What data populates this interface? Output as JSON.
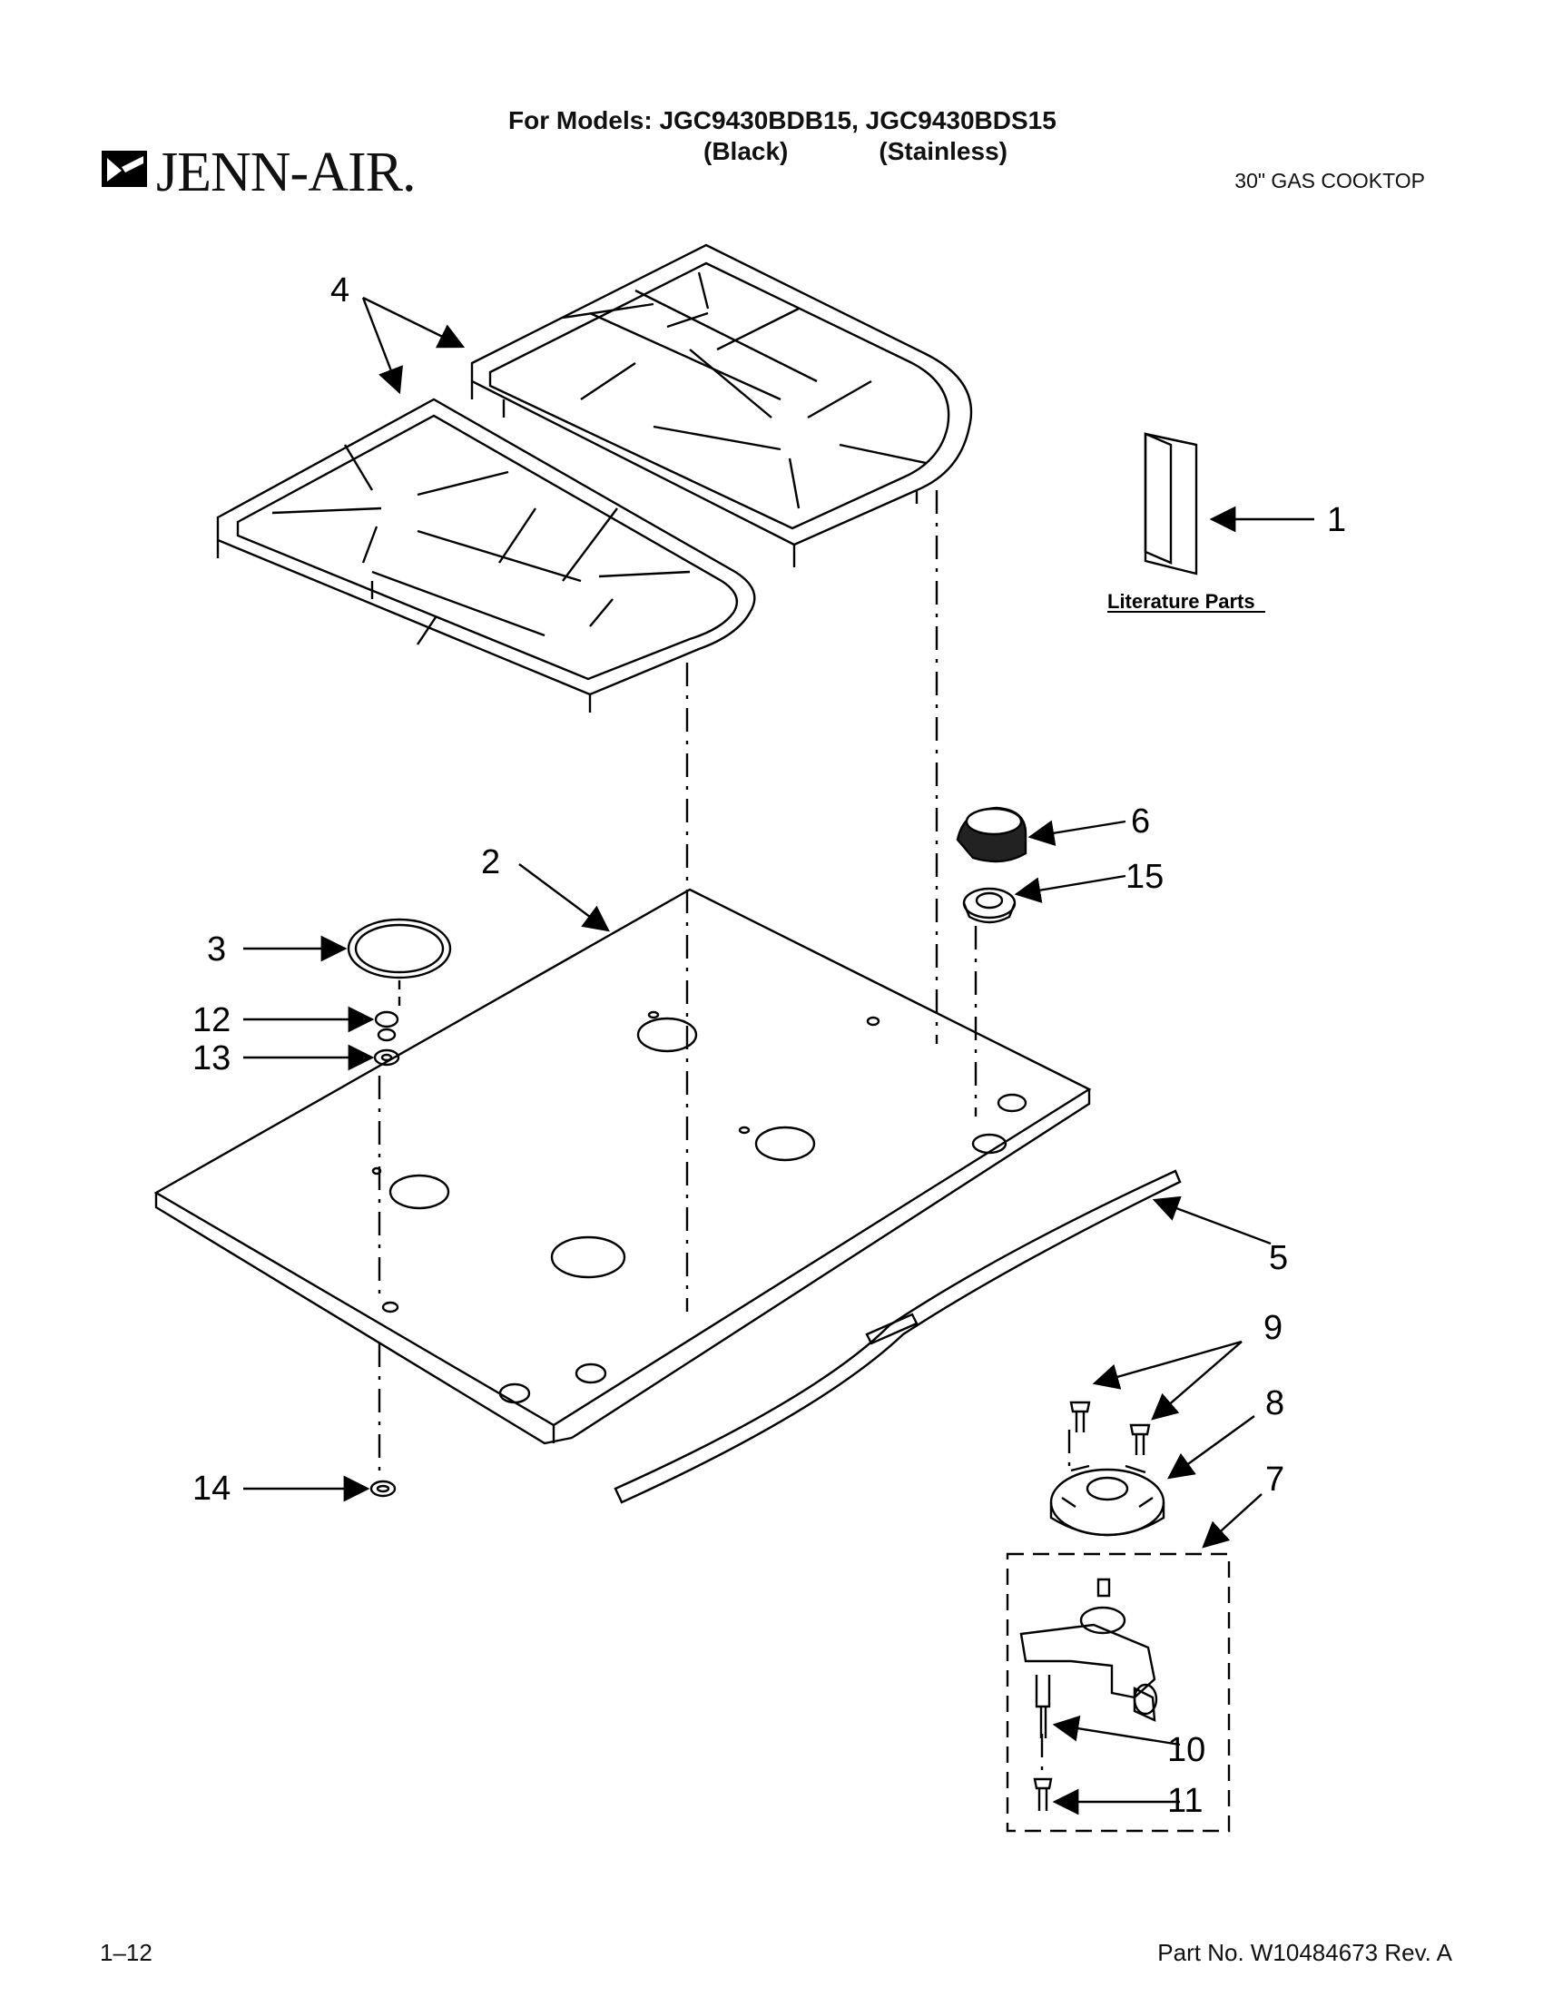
{
  "header": {
    "brand": "JENN-AIR.",
    "models_line": "For Models: JGC9430BDB15, JGC9430BDS15",
    "variant_black": "(Black)",
    "variant_stainless": "(Stainless)",
    "product": "30\" GAS COOKTOP"
  },
  "labels": {
    "literature_parts": "Literature Parts"
  },
  "callouts": [
    "1",
    "2",
    "3",
    "4",
    "5",
    "6",
    "7",
    "8",
    "9",
    "10",
    "11",
    "12",
    "13",
    "14",
    "15"
  ],
  "footer": {
    "page": "1–12",
    "part_no": "Part No. W10484673 Rev. A"
  }
}
